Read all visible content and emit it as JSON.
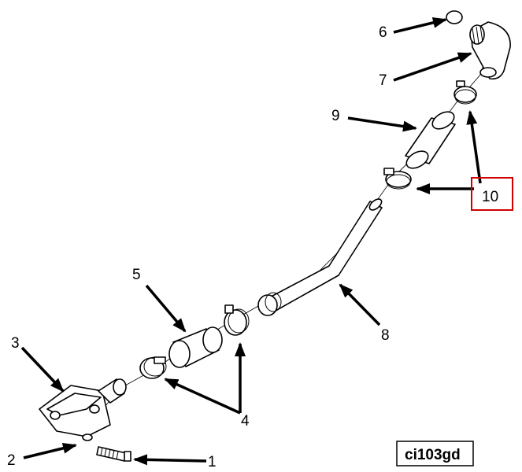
{
  "callouts": {
    "c1": "1",
    "c2": "2",
    "c3": "3",
    "c4": "4",
    "c5": "5",
    "c6": "6",
    "c7": "7",
    "c8": "8",
    "c9": "9",
    "c10": "10"
  },
  "reference_code": "ci103gd",
  "colors": {
    "highlight": "#d00000",
    "ink": "#000000"
  }
}
